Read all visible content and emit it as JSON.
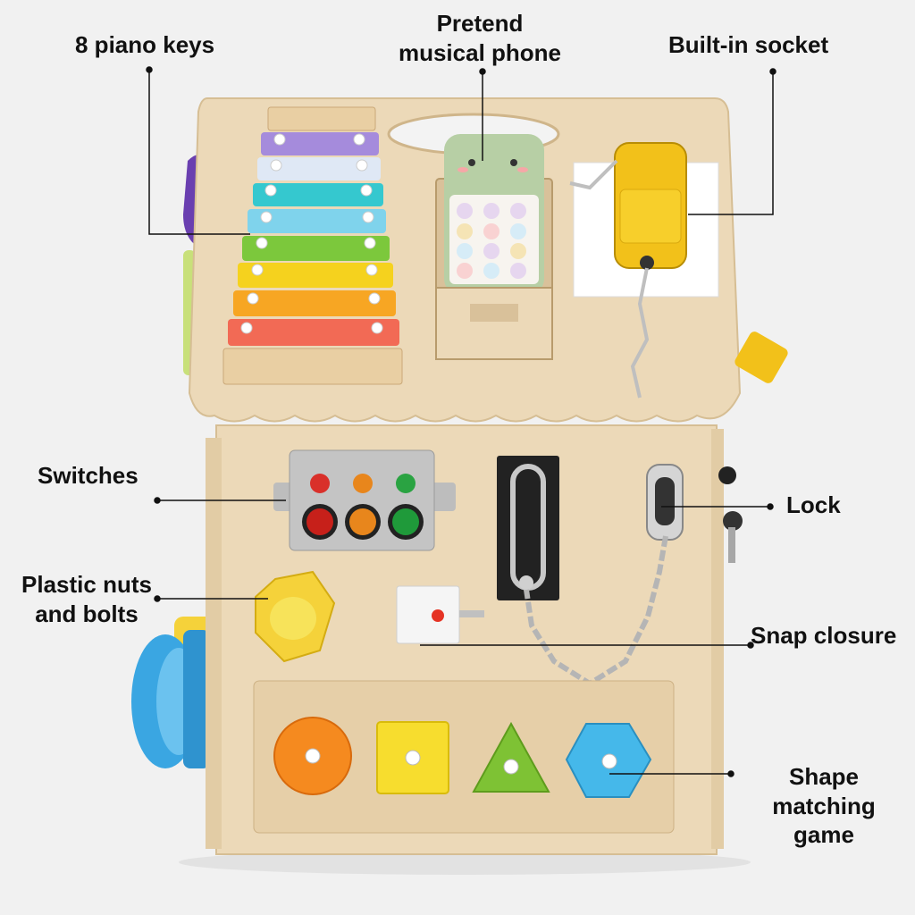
{
  "labels": {
    "piano_keys": "8 piano keys",
    "phone_line1": "Pretend",
    "phone_line2": "musical phone",
    "socket": "Built-in socket",
    "switches": "Switches",
    "nuts_line1": "Plastic nuts",
    "nuts_line2": "and bolts",
    "lock": "Lock",
    "snap": "Snap closure",
    "shape_line1": "Shape matching",
    "shape_line2": "game"
  },
  "colors": {
    "background": "#f1f1f1",
    "wood": "#ecd9b8",
    "wood_dark": "#d9c19a",
    "xylophone_bars": [
      "#a58bdc",
      "#dfe8f5",
      "#35c8cf",
      "#7fd3ec",
      "#7cc83c",
      "#f5d21e",
      "#f7a623",
      "#f26a55"
    ],
    "switch_lights": [
      "#d9302a",
      "#e8861c",
      "#2aa342"
    ],
    "shapes": {
      "circle": "#f58a1f",
      "square": "#f7dd2e",
      "triangle": "#7ec234",
      "hexagon": "#45b8ea"
    },
    "lock_yellow": "#f2c11a",
    "phone_green": "#b7cfa5"
  },
  "icons": [
    "xylophone",
    "toy-phone",
    "socket-with-plug",
    "switch-panel",
    "hex-bolt",
    "slide-latch",
    "door-chain-lock",
    "snap-latch",
    "shape-sorter",
    "spinning-wheel",
    "keys"
  ]
}
